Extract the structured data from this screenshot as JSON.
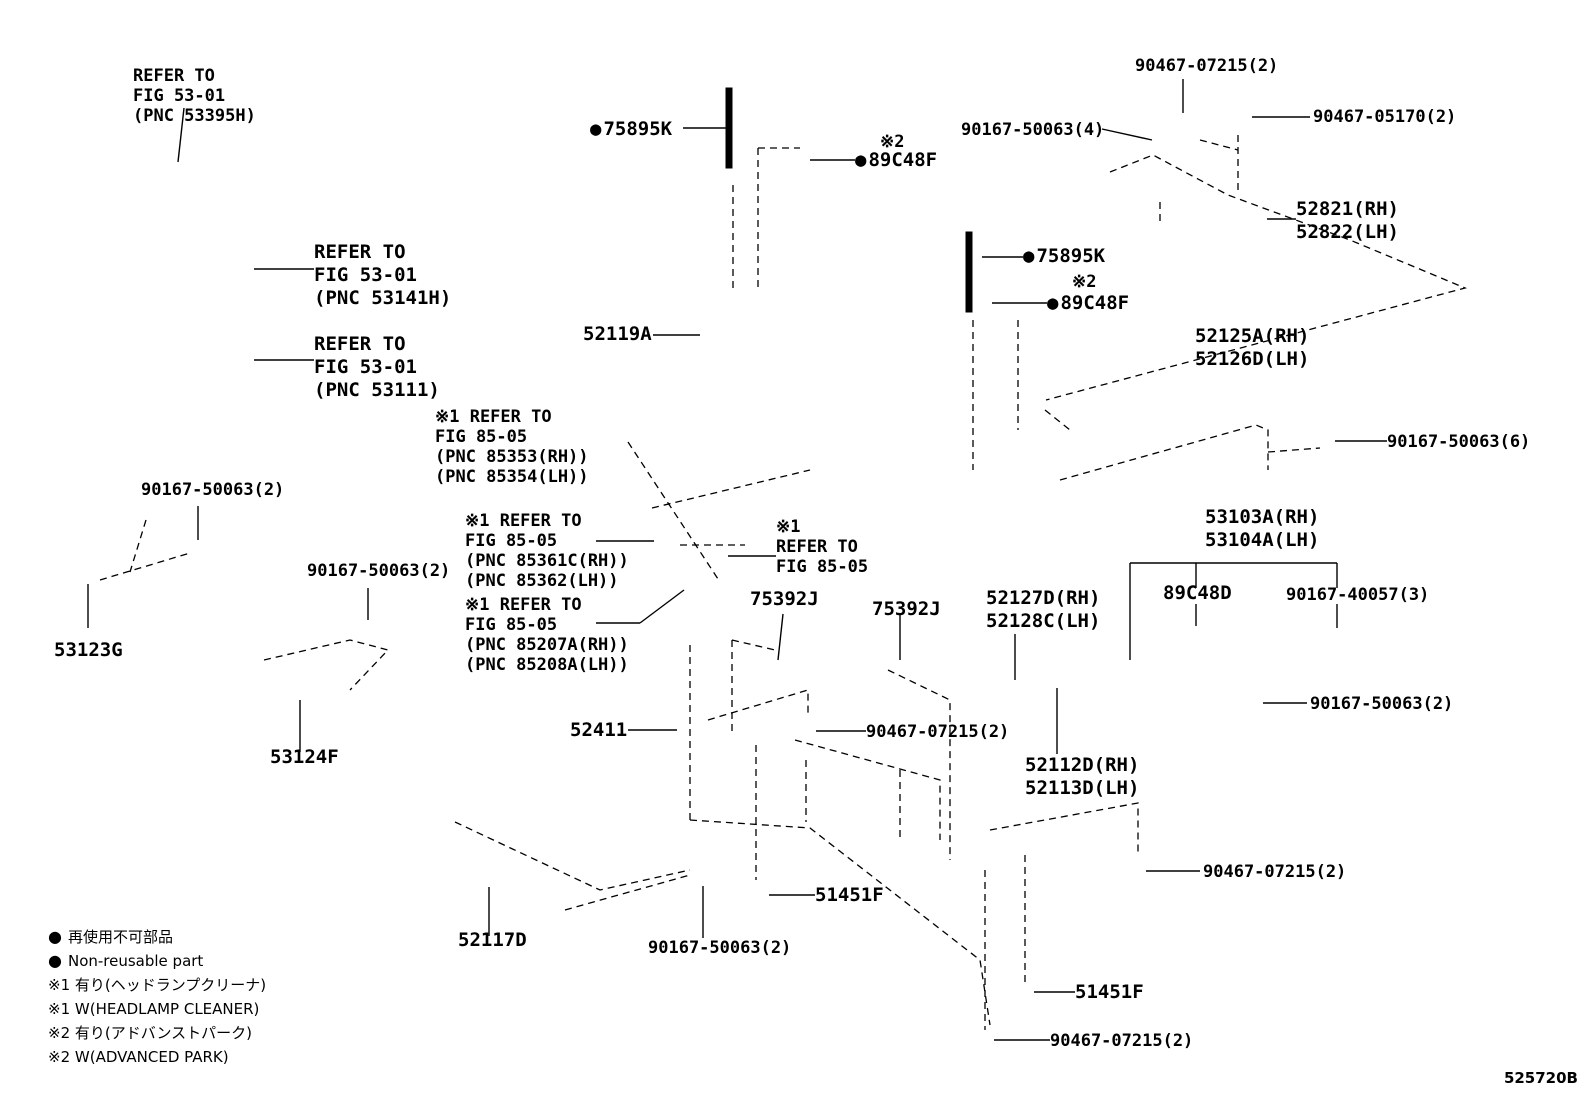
{
  "labels": {
    "refer_53395H": "REFER TO\nFIG 53-01\n(PNC 53395H)",
    "refer_53141H": "REFER TO\nFIG 53-01\n(PNC 53141H)",
    "refer_53111": "REFER TO\nFIG 53-01\n(PNC 53111)",
    "p75895K_a": "75895K",
    "p75895K_b": "75895K",
    "p89C48F_a": "89C48F",
    "p89C48F_b": "89C48F",
    "note2_a": "※2",
    "note2_b": "※2",
    "p52119A": "52119A",
    "p90467_07215_top": "90467-07215(2)",
    "p90167_50063_4": "90167-50063(4)",
    "p90467_05170": "90467-05170(2)",
    "p52821_52822": "52821(RH)\n52822(LH)",
    "p52125A_52126D": "52125A(RH)\n52126D(LH)",
    "p90167_50063_6": "90167-50063(6)",
    "refer_85353": "※1 REFER TO\nFIG 85-05\n(PNC 85353(RH))\n(PNC 85354(LH))",
    "refer_85361C": "※1 REFER TO\nFIG 85-05\n(PNC 85361C(RH))\n(PNC 85362(LH))",
    "refer_85207A": "※1 REFER TO\nFIG 85-05\n(PNC 85207A(RH))\n(PNC 85208A(LH))",
    "refer_85_05": "※1\nREFER TO\nFIG 85-05",
    "p90167_50063_2_a": "90167-50063(2)",
    "p53123G": "53123G",
    "p90167_50063_2_b": "90167-50063(2)",
    "p53124F": "53124F",
    "p75392J_a": "75392J",
    "p75392J_b": "75392J",
    "p52127D_52128C": "52127D(RH)\n52128C(LH)",
    "p53103A_53104A": "53103A(RH)\n53104A(LH)",
    "p89C48D": "89C48D",
    "p90167_40057": "90167-40057(3)",
    "p90167_50063_2_c": "90167-50063(2)",
    "p52411": "52411",
    "p90467_07215_mid": "90467-07215(2)",
    "p52112D_52113D": "52112D(RH)\n52113D(LH)",
    "p90467_07215_right": "90467-07215(2)",
    "p51451F_a": "51451F",
    "p52117D": "52117D",
    "p90167_50063_2_d": "90167-50063(2)",
    "p51451F_b": "51451F",
    "p90467_07215_bottom": "90467-07215(2)"
  },
  "legend": {
    "nonreuse_ja": "再使用不可部品",
    "nonreuse_en": "Non-reusable part",
    "note1_ja": "※1 有り(ヘッドランプクリーナ)",
    "note1_en": "※1 W(HEADLAMP CLEANER)",
    "note2_ja": "※2 有り(アドバンストパーク)",
    "note2_en": "※2 W(ADVANCED PARK)"
  },
  "illustration_code": "525720B"
}
